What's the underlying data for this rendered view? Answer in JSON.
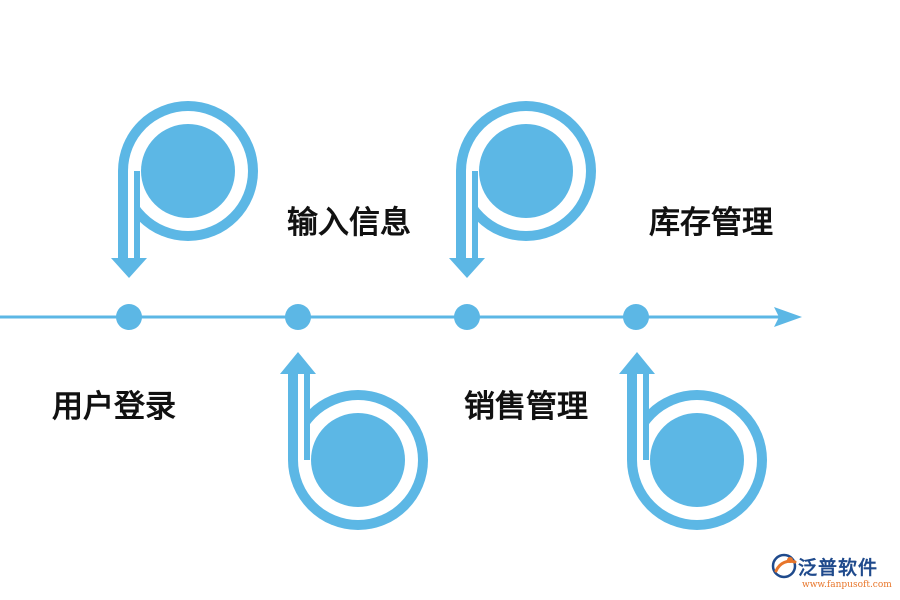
{
  "colors": {
    "accent": "#5cb7e5",
    "text": "#111111",
    "brand_blue": "#1f4a8c",
    "brand_orange": "#e8762b"
  },
  "steps": [
    {
      "label": "用户登录"
    },
    {
      "label": "输入信息"
    },
    {
      "label": "销售管理"
    },
    {
      "label": "库存管理"
    }
  ],
  "brand": {
    "name": "泛普软件",
    "url": "www.fanpusoft.com",
    "icon": "fanpu-logo-icon"
  }
}
